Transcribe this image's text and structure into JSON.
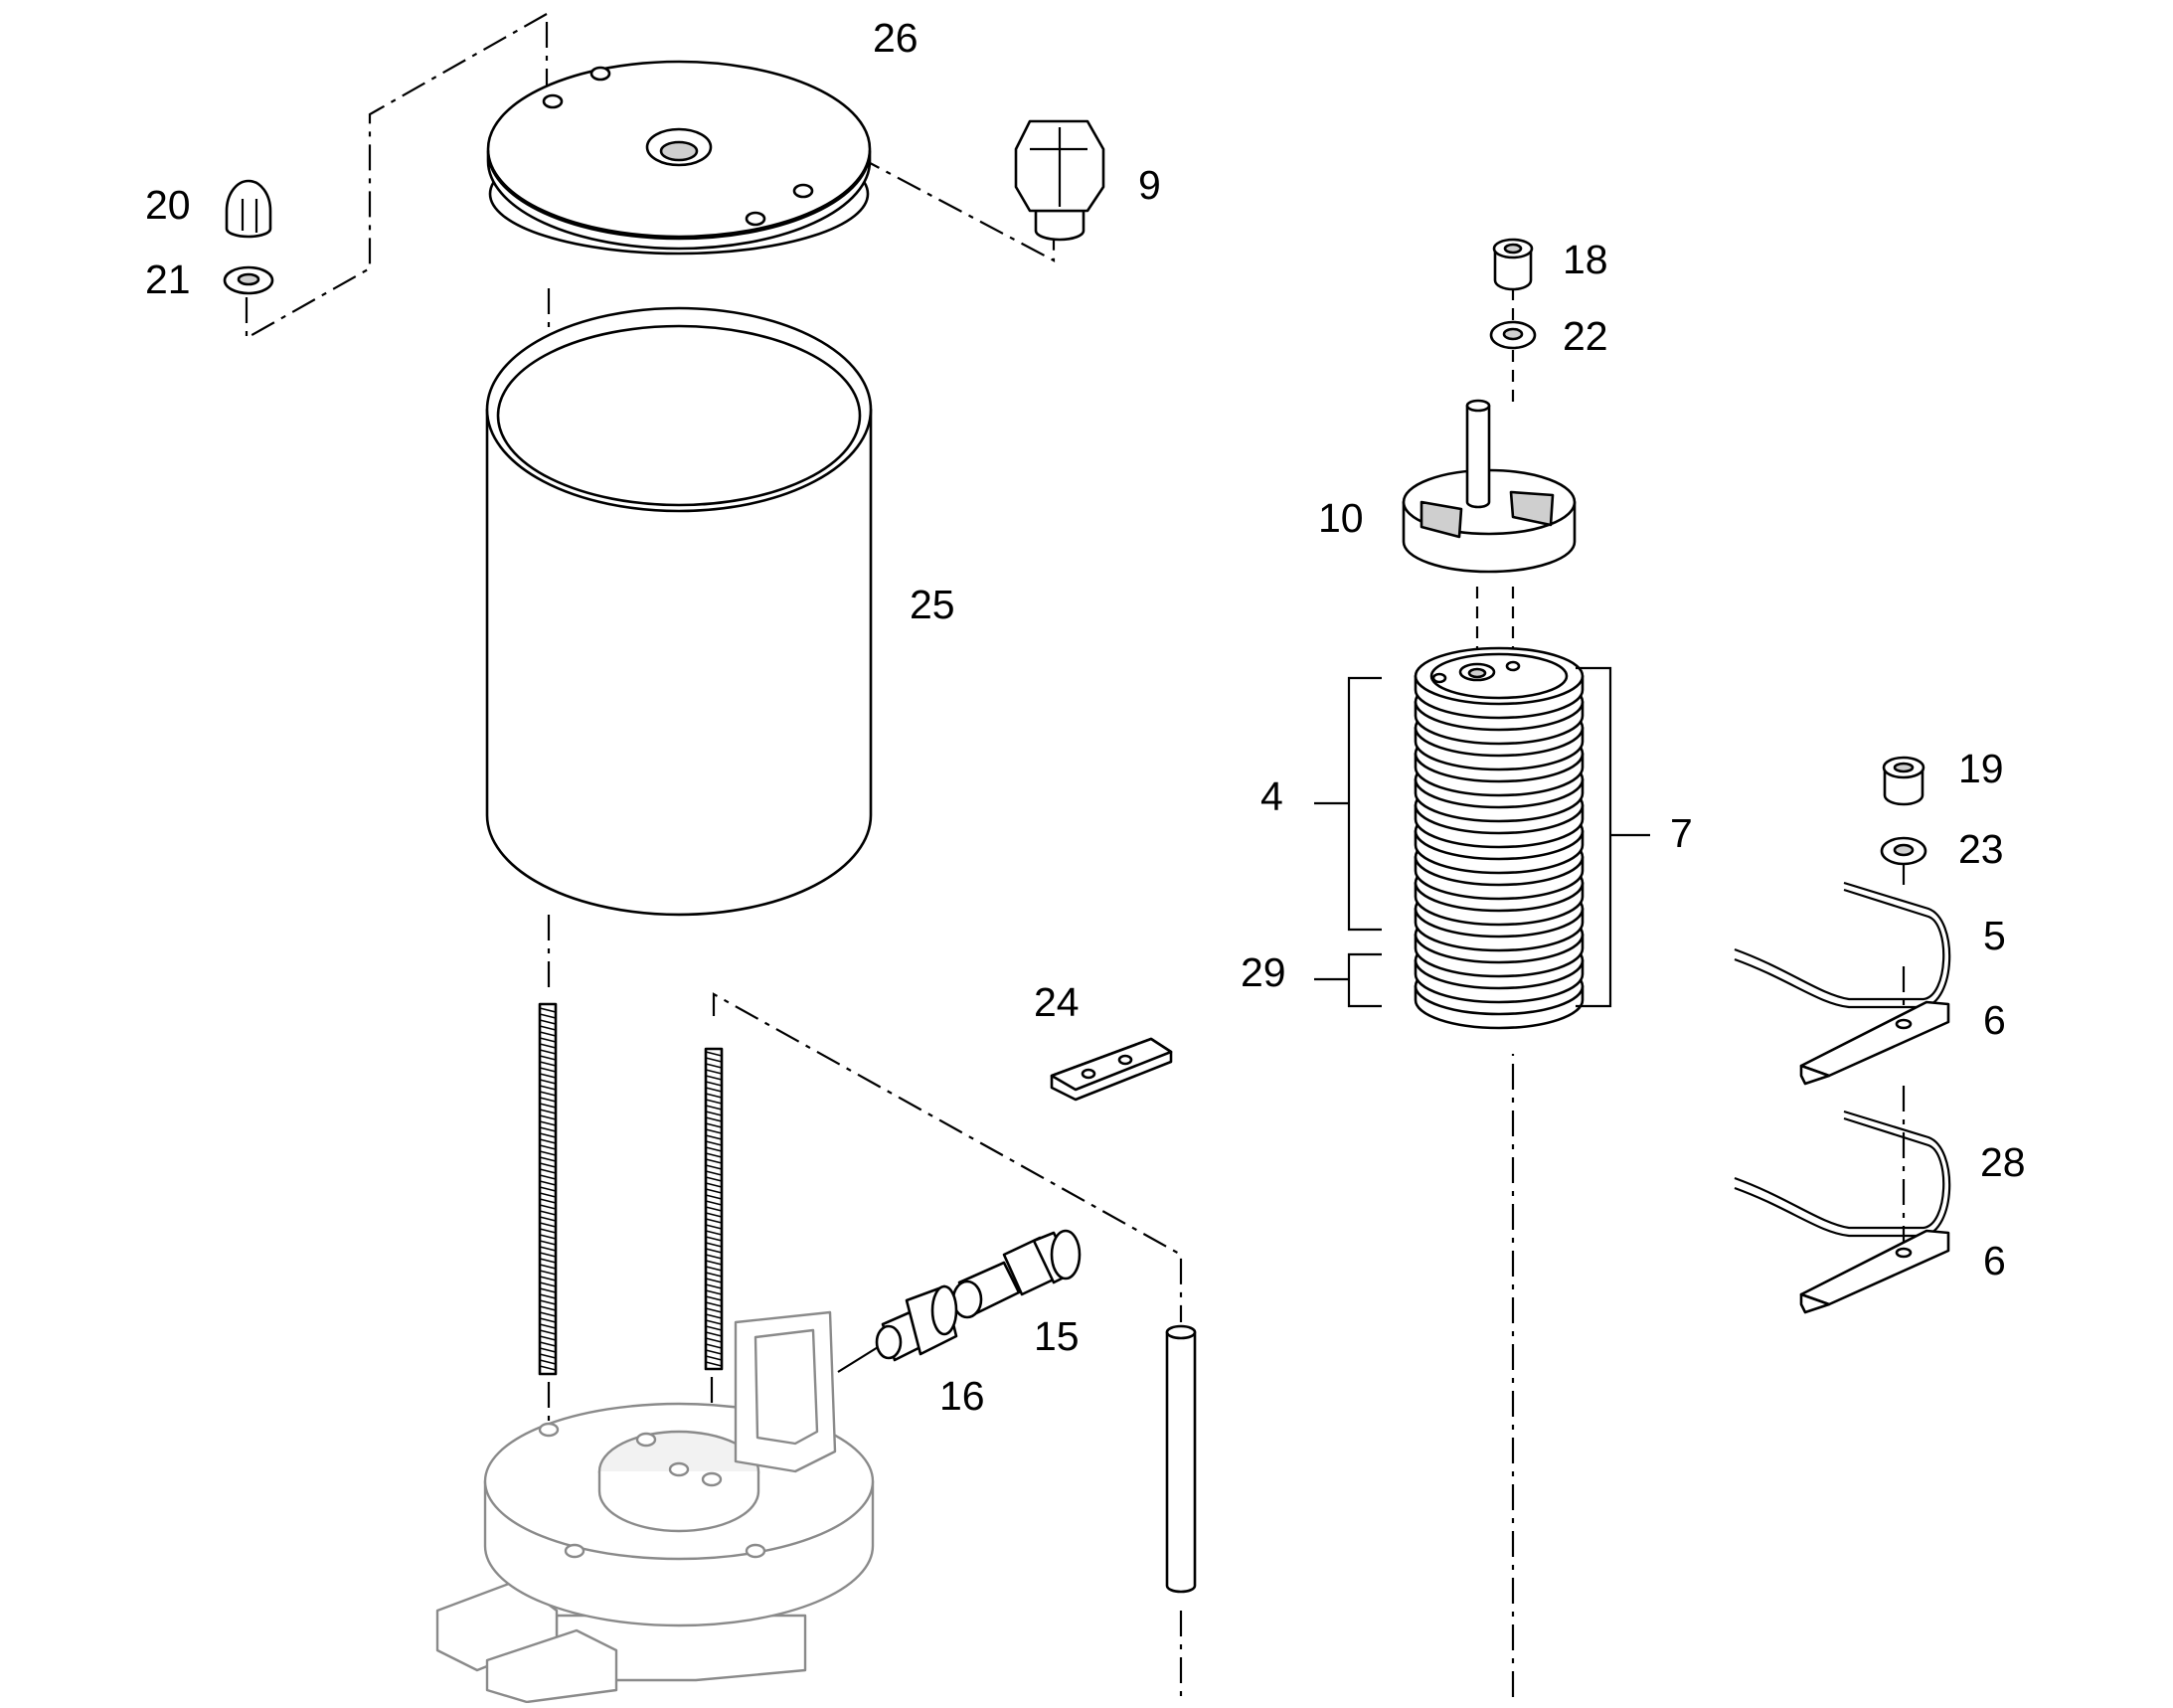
{
  "labels": [
    {
      "id": "20",
      "text": "20"
    },
    {
      "id": "21",
      "text": "21"
    },
    {
      "id": "26",
      "text": "26"
    },
    {
      "id": "9",
      "text": "9"
    },
    {
      "id": "18",
      "text": "18"
    },
    {
      "id": "22",
      "text": "22"
    },
    {
      "id": "10",
      "text": "10"
    },
    {
      "id": "25",
      "text": "25"
    },
    {
      "id": "4",
      "text": "4"
    },
    {
      "id": "7",
      "text": "7"
    },
    {
      "id": "29",
      "text": "29"
    },
    {
      "id": "19",
      "text": "19"
    },
    {
      "id": "23",
      "text": "23"
    },
    {
      "id": "5",
      "text": "5"
    },
    {
      "id": "6a",
      "text": "6"
    },
    {
      "id": "28",
      "text": "28"
    },
    {
      "id": "6b",
      "text": "6"
    },
    {
      "id": "24",
      "text": "24"
    },
    {
      "id": "15",
      "text": "15"
    },
    {
      "id": "16",
      "text": "16"
    }
  ],
  "colors": {
    "line": "#000000",
    "faint_line": "#8a8a8a",
    "background": "#ffffff"
  }
}
